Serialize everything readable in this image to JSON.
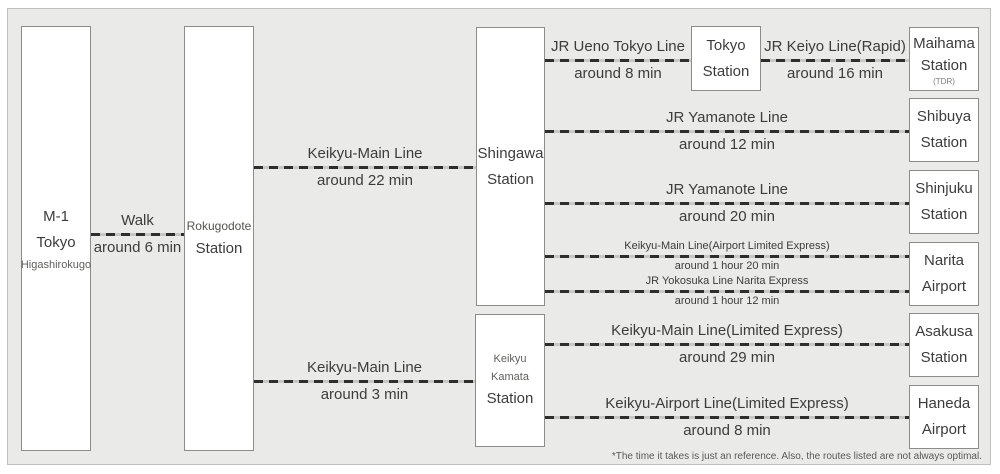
{
  "nodes": {
    "m1": {
      "title": "M-1 Tokyo",
      "subtitle": "Higashirokugo"
    },
    "rokugodote": {
      "name": "Rokugodote",
      "suffix": "Station"
    },
    "shingawa": {
      "line1": "Shingawa",
      "line2": "Station"
    },
    "kamata": {
      "name": "Keikyu Kamata",
      "suffix": "Station"
    },
    "tokyo": {
      "line1": "Tokyo",
      "line2": "Station"
    },
    "maihama": {
      "line1": "Maihama",
      "line2": "Station",
      "note": "(TDR)"
    },
    "shibuya": {
      "line1": "Shibuya",
      "line2": "Station"
    },
    "shinjuku": {
      "line1": "Shinjuku",
      "line2": "Station"
    },
    "narita": {
      "line1": "Narita",
      "line2": "Airport"
    },
    "asakusa": {
      "line1": "Asakusa",
      "line2": "Station"
    },
    "haneda": {
      "line1": "Haneda",
      "line2": "Airport"
    }
  },
  "edges": {
    "walk": {
      "label": "Walk",
      "duration": "around 6 min"
    },
    "rokugodote_shingawa": {
      "label": "Keikyu-Main Line",
      "duration": "around 22 min"
    },
    "shingawa_tokyo": {
      "label": "JR Ueno Tokyo Line",
      "duration": "around 8 min"
    },
    "tokyo_maihama": {
      "label": "JR Keiyo Line(Rapid)",
      "duration": "around 16 min"
    },
    "shingawa_shibuya": {
      "label": "JR Yamanote Line",
      "duration": "around 12 min"
    },
    "shingawa_shinjuku": {
      "label": "JR Yamanote Line",
      "duration": "around 20 min"
    },
    "shingawa_narita_keikyu": {
      "label": "Keikyu-Main Line(Airport Limited Express)",
      "duration": "around 1 hour 20 min"
    },
    "shingawa_narita_jr": {
      "label": "JR Yokosuka Line Narita Express",
      "duration": "around 1 hour 12 min"
    },
    "rokugodote_kamata": {
      "label": "Keikyu-Main Line",
      "duration": "around 3 min"
    },
    "kamata_asakusa": {
      "label": "Keikyu-Main Line(Limited Express)",
      "duration": "around 29 min"
    },
    "kamata_haneda": {
      "label": "Keikyu-Airport Line(Limited Express)",
      "duration": "around 8 min"
    }
  },
  "footnote": "*The time it takes is just an reference. Also, the routes listed are not always optimal.",
  "colors": {
    "panel_bg": "#eaeae8",
    "box_bg": "#ffffff",
    "box_border": "#8c8c8a",
    "dash": "#2e2e2e",
    "dash_gap": "#c7c7c5",
    "text": "#3c3c3c",
    "muted_text": "#5f5f5d"
  }
}
